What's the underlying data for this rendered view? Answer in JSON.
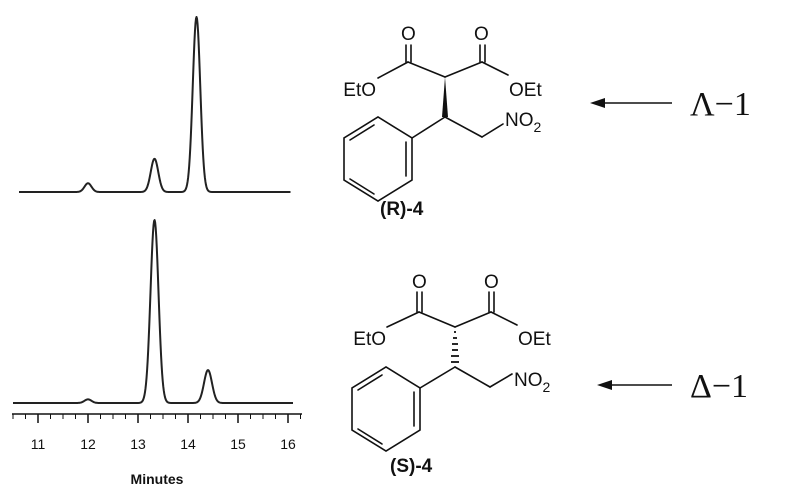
{
  "chart_data": {
    "type": "line",
    "xlabel": "Minutes",
    "xlim": [
      10.5,
      16.3
    ],
    "xticks": [
      11,
      12,
      13,
      14,
      15,
      16
    ],
    "grid": false,
    "series": [
      {
        "peaks": [
          {
            "rt": 12.0,
            "height": 0.05
          },
          {
            "rt": 13.33,
            "height": 0.19
          },
          {
            "rt": 14.17,
            "height": 1.0
          }
        ]
      },
      {
        "peaks": [
          {
            "rt": 12.0,
            "height": 0.02
          },
          {
            "rt": 13.33,
            "height": 1.0
          },
          {
            "rt": 14.4,
            "height": 0.18
          }
        ]
      }
    ]
  },
  "structures": {
    "top": {
      "label_prefix": "(R)",
      "label_suffix": "-4",
      "carbonyl_o_left": "O",
      "carbonyl_o_right": "O",
      "ester_left": "EtO",
      "ester_right": "OEt",
      "nitro_main": "NO",
      "nitro_sub": "2"
    },
    "bottom": {
      "label_prefix": "(S)",
      "label_suffix": "-4",
      "carbonyl_o_left": "O",
      "carbonyl_o_right": "O",
      "ester_left": "EtO",
      "ester_right": "OEt",
      "nitro_main": "NO",
      "nitro_sub": "2"
    }
  },
  "catalysts": {
    "top": "Λ−1",
    "bottom": "Δ−1"
  }
}
